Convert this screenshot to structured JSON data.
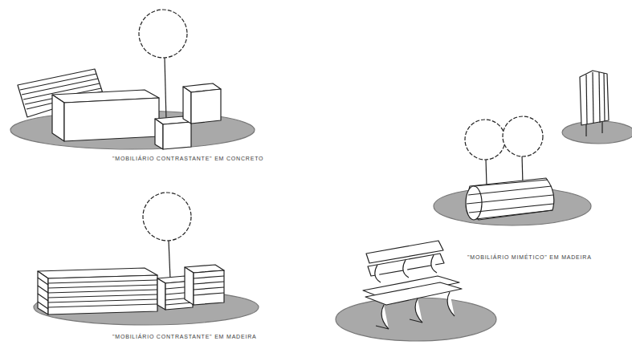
{
  "diagram": {
    "labels": [
      "\"MOBILIÁRIO CONTRASTANTE\" EM CONCRETO",
      "\"MOBILIÁRIO CONTRASTANTE\" EM MADEIRA",
      "\"MOBILIÁRIO MIMÉTICO\" EM MADEIRA"
    ]
  }
}
